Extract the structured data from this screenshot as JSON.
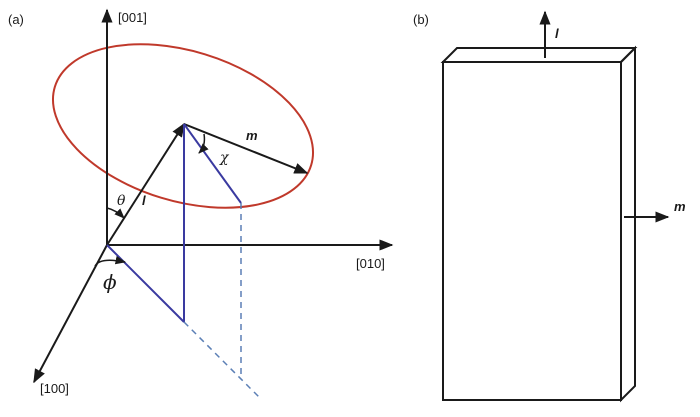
{
  "panel_a": {
    "tag": "(a)",
    "axis_z": "[001]",
    "axis_y": "[010]",
    "axis_x": "[100]",
    "vector_l": "l",
    "vector_m": "m",
    "angle_theta": "θ",
    "angle_chi": "χ",
    "angle_phi": "ϕ"
  },
  "panel_b": {
    "tag": "(b)",
    "vector_l": "l",
    "vector_m": "m"
  },
  "colors": {
    "axis": "#1a1a1a",
    "ellipse": "#c0392b",
    "projection": "#3a3aa0",
    "dashed": "#5b7fb5"
  }
}
